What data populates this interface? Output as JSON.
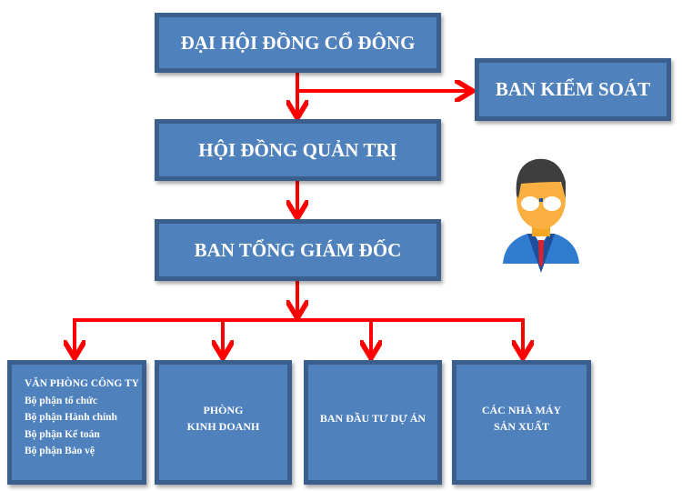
{
  "top": {
    "shareholders": "ĐẠI HỘI ĐỒNG CỔ ĐÔNG",
    "supervisory": "BAN KIỂM SOÁT",
    "board": "HỘI ĐỒNG QUẢN TRỊ",
    "executive": "BAN TỔNG GIÁM ĐỐC"
  },
  "departments": {
    "office": {
      "title": "VĂN PHÒNG CÔNG TY",
      "items": [
        "Bộ phận tổ chức",
        "Bộ phận Hành chính",
        "Bộ phận Kế toán",
        "Bộ phận Bảo vệ"
      ]
    },
    "sales": {
      "line1": "PHÒNG",
      "line2": "KINH DOANH"
    },
    "investment": {
      "label": "BAN ĐẦU TƯ DỰ ÁN"
    },
    "factories": {
      "line1": "CÁC NHÀ MÁY",
      "line2": "SẢN XUẤT"
    }
  },
  "colors": {
    "box": "#4f81bd",
    "border": "#3a5f8c",
    "arrow": "#ff0000"
  }
}
